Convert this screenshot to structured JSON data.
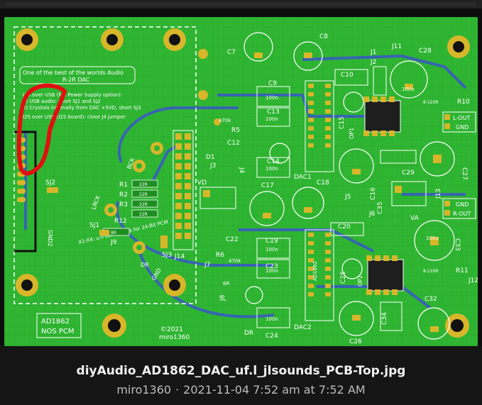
{
  "image": {
    "filename": "diyAudio_AD1862_DAC_uf.l_jlsounds_PCB-Top.jpg",
    "author": "miro1360",
    "date": "2021-11-04 7:52 am",
    "time_prefix": "at",
    "time": "7:52 AM"
  },
  "board": {
    "banner_line1": "One of the best of the worlds Audio",
    "banner_line2": "R-2R DAC",
    "note_lines": [
      "I2S over USB (full Power Supply option):",
      "1) USB audio: short SJ1 and SJ2",
      "2) Crystals internally from DAC +5VD, short SJ3",
      "I2S over USB (I2S board): close J4 jumper"
    ],
    "connector_note": "X1-X4: u.fl connectors for 24-Bit PCM",
    "logo_line1": "AD1862",
    "logo_line2": "NOS PCM",
    "copyright": "©2021",
    "signature": "miro1360",
    "labels": {
      "sj1": "SJ1",
      "sj2": "SJ2",
      "sj3": "SJ3",
      "j9": "J9",
      "j14": "J14",
      "gnd2": "GND2",
      "r1": "R1",
      "r2": "R2",
      "r3": "R3",
      "r12": "R12",
      "r_val": "22R",
      "r8r": "8R",
      "bck": "BCK",
      "lrck": "LRCK",
      "dr": "DR",
      "gnd": "GND",
      "c7": "C7",
      "c8": "C8",
      "c9": "C9",
      "c10": "C10",
      "c12": "C12",
      "c13": "C13",
      "c14": "C14",
      "c15": "C15",
      "c16": "C16",
      "c17": "C17",
      "c18": "C18",
      "c19": "C19",
      "c20": "C20",
      "c22": "C22",
      "c23": "C23",
      "c24": "C24",
      "c25": "C25",
      "c26": "C26",
      "c27": "C27",
      "c28": "C28",
      "c29": "C29",
      "c32": "C32",
      "c33": "C33",
      "c34": "C34",
      "c35": "C35",
      "j1": "J1",
      "j2": "J2",
      "j3": "J3",
      "j4": "J4",
      "j5": "J5",
      "j6": "J6",
      "j7": "J7",
      "j8": "J8",
      "j11": "J11",
      "j12": "J12",
      "j13": "J13",
      "r5": "R5",
      "r6": "R6",
      "r10": "R10",
      "r11": "R11",
      "dac1": "DAC1",
      "dac2": "DAC2",
      "op1": "OP1",
      "op2": "OP2",
      "d1": "D1",
      "vd": "VD",
      "va": "VA",
      "ad1862": "AD1862",
      "l_out": "L-OUT",
      "r_out": "R-OUT",
      "gnd_l": "GND",
      "gnd_r": "GND",
      "v100u": "100u",
      "v470k": "470k",
      "v100n": "100n",
      "v8_120r": "8-120R",
      "v6r": "6R"
    }
  }
}
